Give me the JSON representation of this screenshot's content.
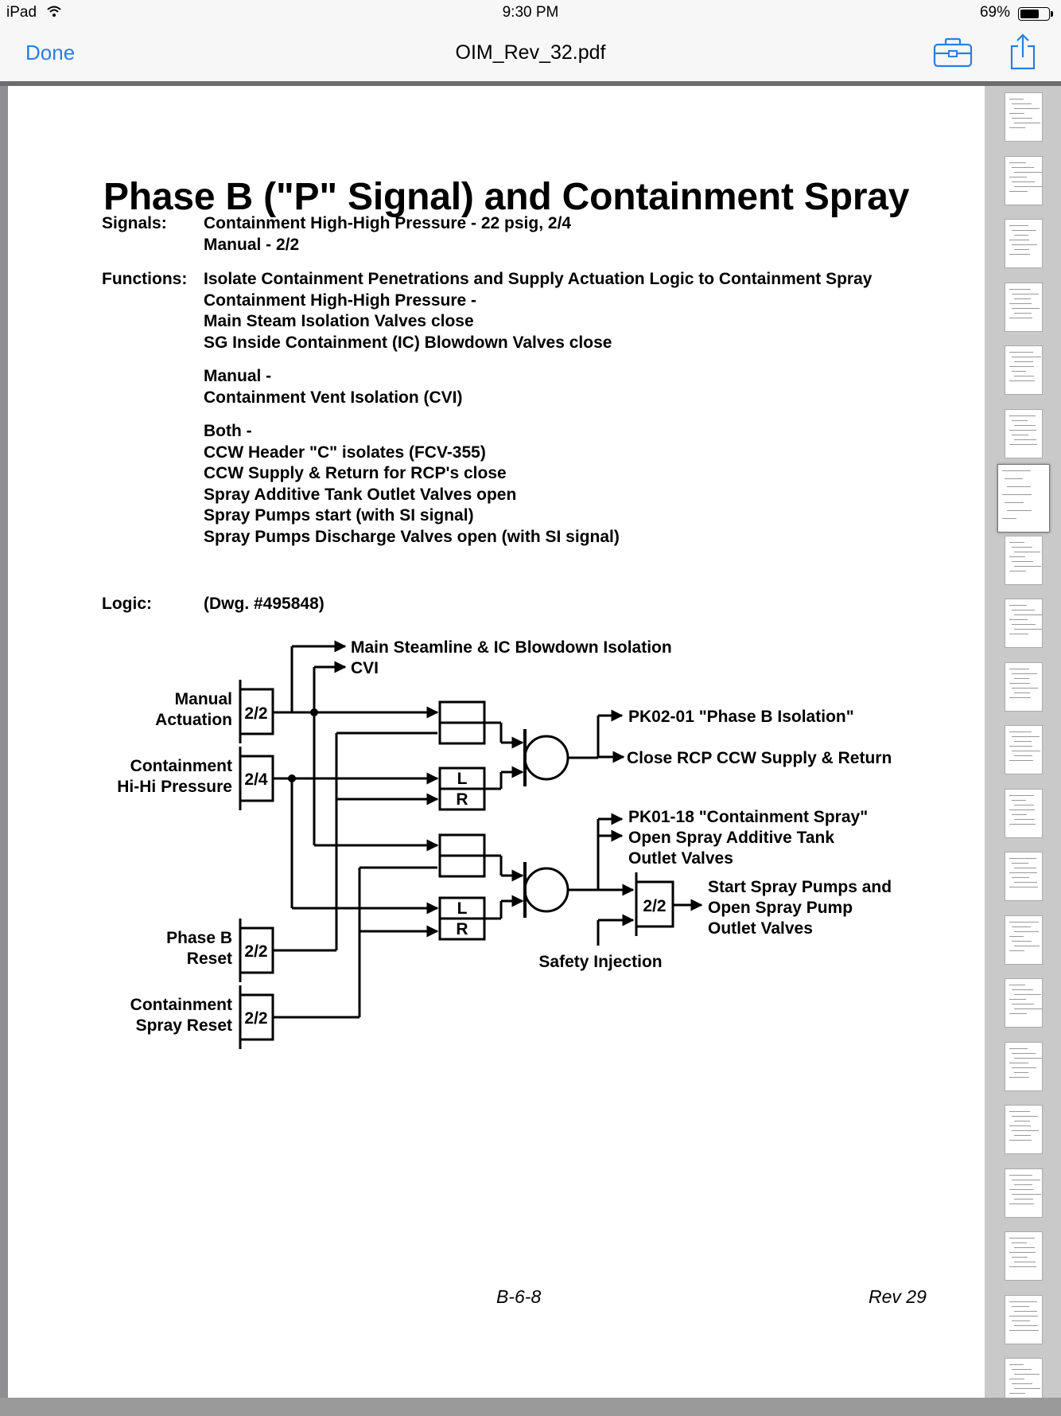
{
  "status_bar": {
    "carrier": "iPad",
    "time": "9:30 PM",
    "battery": "69%",
    "battery_level": 0.69
  },
  "nav_bar": {
    "done_label": "Done",
    "title": "OIM_Rev_32.pdf",
    "icons": [
      "toolbox-icon",
      "share-icon"
    ]
  },
  "colors": {
    "accent": "#2a7ee0",
    "nav_bg": "#f7f7f7",
    "sidebar_bg": "#c9c9c9"
  },
  "document": {
    "heading": "Phase B (\"P\" Signal) and Containment Spray",
    "signals": {
      "label": "Signals:",
      "lines": [
        "Containment High-High Pressure - 22 psig, 2/4",
        "Manual - 2/2"
      ]
    },
    "functions": {
      "label": "Functions:",
      "lines": [
        "Isolate Containment Penetrations and Supply Actuation Logic to Containment Spray",
        "Containment High-High Pressure -",
        "Main Steam Isolation Valves close",
        "SG Inside Containment (IC) Blowdown Valves close",
        "Manual -",
        "Containment Vent Isolation (CVI)",
        "Both -",
        "CCW Header \"C\" isolates (FCV-355)",
        "CCW Supply & Return for RCP's close",
        "Spray Additive Tank Outlet Valves open",
        "Spray Pumps start (with SI signal)",
        "Spray Pumps Discharge Valves open (with SI signal)"
      ]
    },
    "logic": {
      "label": "Logic:",
      "text": "(Dwg. #495848)"
    },
    "diagram": {
      "inputs": {
        "manual_1": "Manual",
        "manual_2": "Actuation",
        "manual_vote": "2/2",
        "pressure_1": "Containment",
        "pressure_2": "Hi-Hi Pressure",
        "pressure_vote": "2/4",
        "reset_b_1": "Phase B",
        "reset_b_2": "Reset",
        "reset_b_vote": "2/2",
        "reset_cs_1": "Containment",
        "reset_cs_2": "Spray Reset",
        "reset_cs_vote": "2/2"
      },
      "latch_labels": {
        "l1": "L",
        "r1": "R",
        "l2": "L",
        "r2": "R"
      },
      "outputs": {
        "steamline": "Main Steamline & IC Blowdown Isolation",
        "cvi": "CVI",
        "pk02": "PK02-01 \"Phase B Isolation\"",
        "rcp": "Close RCP CCW Supply & Return",
        "pk01": "PK01-18 \"Containment Spray\"",
        "additive_1": "Open Spray Additive Tank",
        "additive_2": "Outlet Valves",
        "pumps_1": "Start Spray Pumps and",
        "pumps_2": "Open Spray Pump",
        "pumps_3": "Outlet Valves",
        "pump_vote": "2/2",
        "si": "Safety Injection"
      }
    },
    "footer": {
      "page_number": "B-6-8",
      "revision": "Rev 29"
    }
  },
  "thumbnails": {
    "count": 21,
    "current_index": 6
  }
}
